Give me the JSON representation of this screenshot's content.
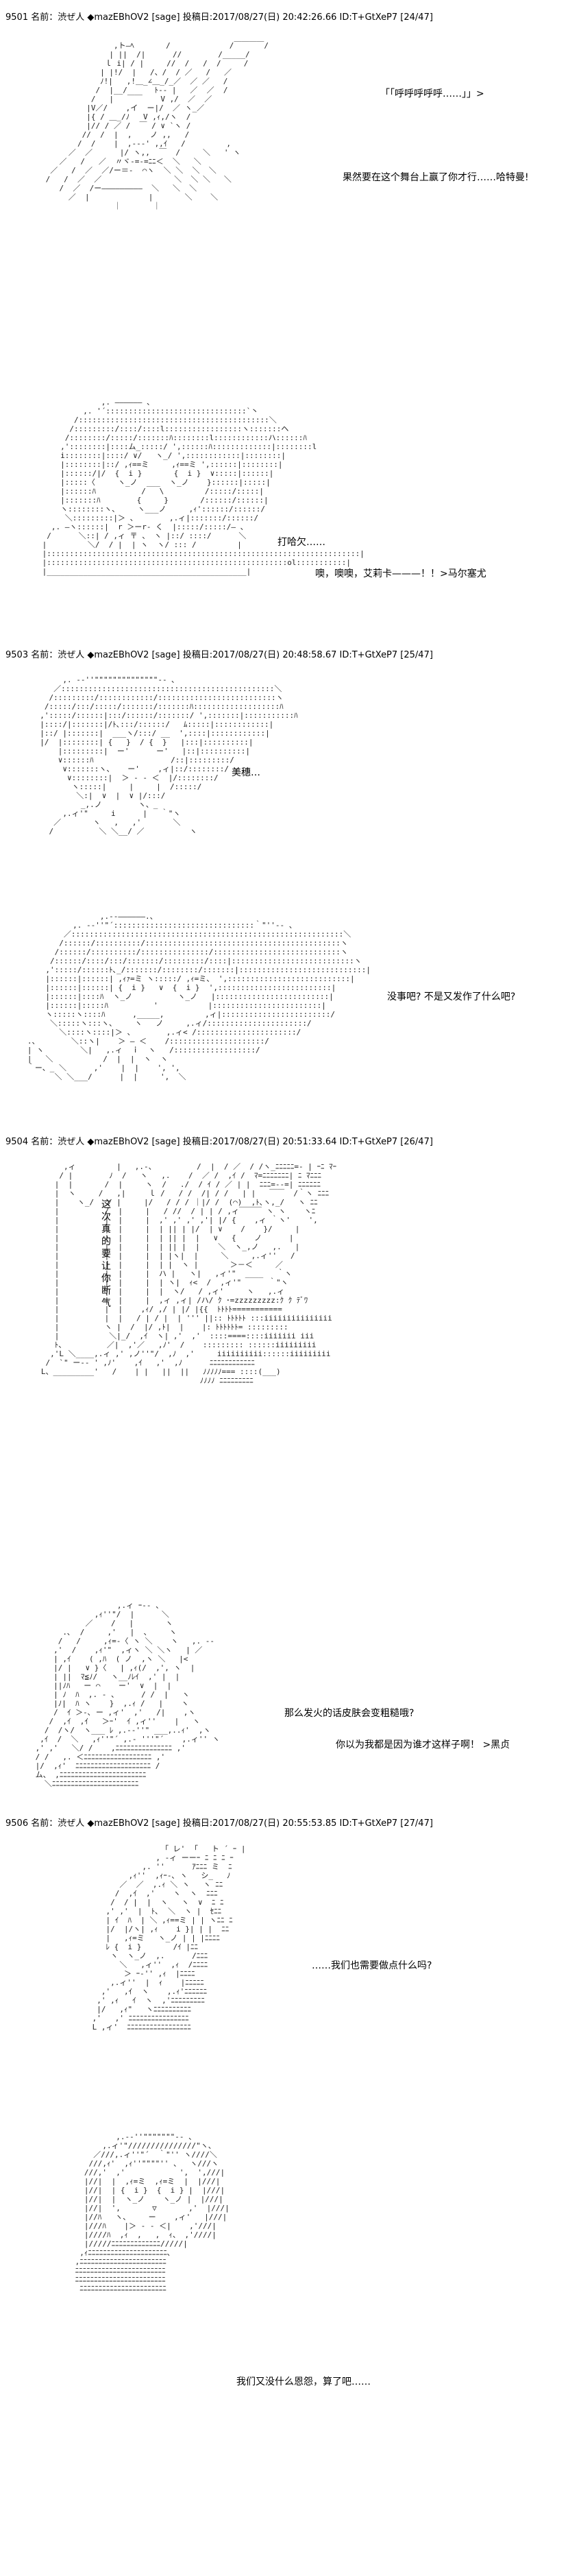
{
  "posts": [
    {
      "header": "9501 名前：渋ぜ人 ◆mazEBhOV2 [sage] 投稿日:2017/08/27(日) 20:42:26.66 ID:T+GtXeP7 [24/47]",
      "dialogs": [
        "「「呼呼呼呼呼……」」>",
        "果然要在这个舞台上赢了你才行……哈特曼!"
      ]
    },
    {
      "header": "",
      "dialogs": [
        "打哈欠……",
        "噢，噢噢，艾莉卡———！！>马尔塞尤"
      ]
    },
    {
      "header": "9503 名前：渋ぜ人 ◆mazEBhOV2 [sage] 投稿日:2017/08/27(日) 20:48:58.67 ID:T+GtXeP7 [25/47]",
      "dialogs": [
        "美穗…"
      ]
    },
    {
      "header": "",
      "dialogs": [
        "没事吧? 不是又发作了什么吧?"
      ]
    },
    {
      "header": "9504 名前：渋ぜ人 ◆mazEBhOV2 [sage] 投稿日:2017/08/27(日) 20:51:33.64 ID:T+GtXeP7 [26/47]",
      "vertical": "这次真的要让你断气"
    },
    {
      "header": "",
      "dialogs": [
        "那么发火的话皮肤会变粗糙哦?",
        "你以为我都是因为谁才这样子啊！ >黑贞"
      ]
    },
    {
      "header": "9506 名前：渋ぜ人 ◆mazEBhOV2 [sage] 投稿日:2017/08/27(日) 20:55:53.85 ID:T+GtXeP7 [27/47]",
      "dialogs": [
        "……我们也需要做点什么吗?"
      ]
    },
    {
      "header": "",
      "dialogs": [
        "我们又没什么恩怨，算了吧……"
      ]
    }
  ]
}
